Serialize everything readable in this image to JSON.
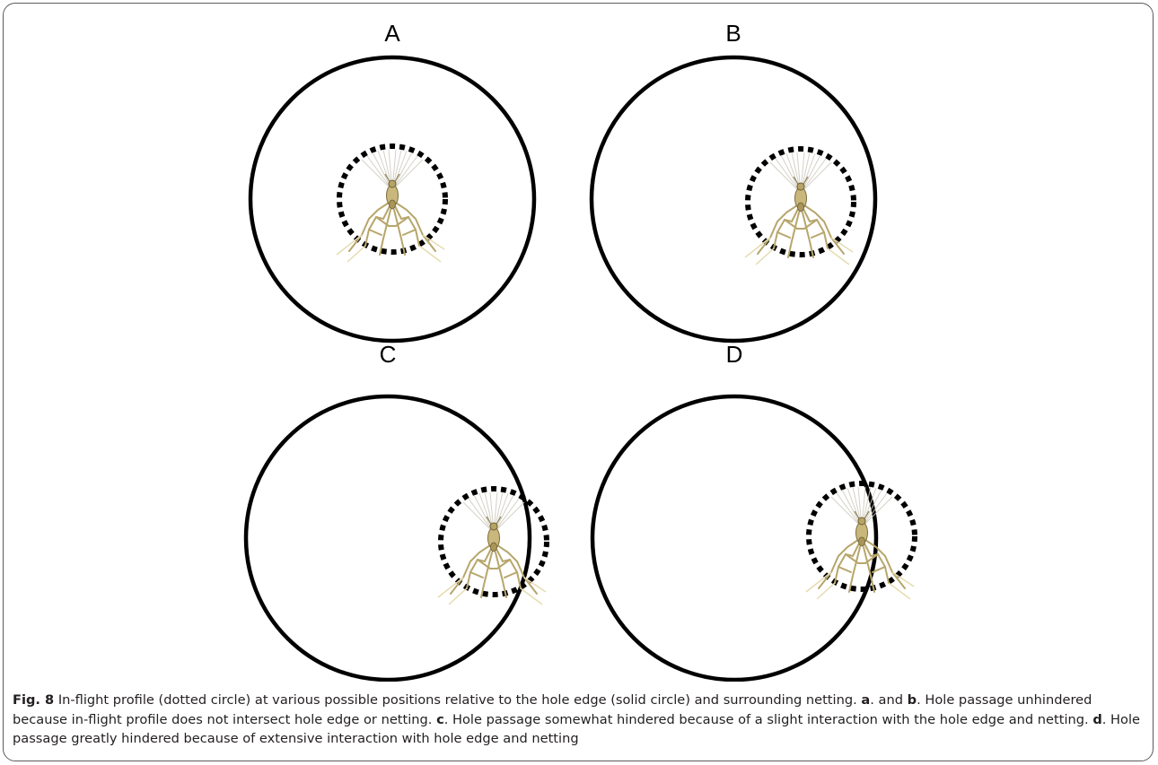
{
  "figure": {
    "panels": [
      {
        "label": "A"
      },
      {
        "label": "B"
      },
      {
        "label": "C"
      },
      {
        "label": "D"
      }
    ]
  },
  "caption": {
    "fig_label": "Fig. 8",
    "intro": " In-flight profile (dotted circle) at various possible positions relative to the hole edge (solid circle) and surrounding netting. ",
    "a": "a",
    "and": ". and ",
    "b": "b",
    "ab_text": ". Hole passage unhindered because in-flight profile does not intersect hole edge or netting. ",
    "c": "c",
    "c_text": ". Hole passage somewhat hindered because of a slight interaction with the hole edge and netting. ",
    "d": "d",
    "d_text": ". Hole passage greatly hindered because of extensive interaction with hole edge and netting"
  },
  "colors": {
    "circle": "#000000",
    "mosquito_body": "#c8b77a",
    "mosquito_legs": "#b7a66b",
    "wings": "#d9d6cc"
  }
}
